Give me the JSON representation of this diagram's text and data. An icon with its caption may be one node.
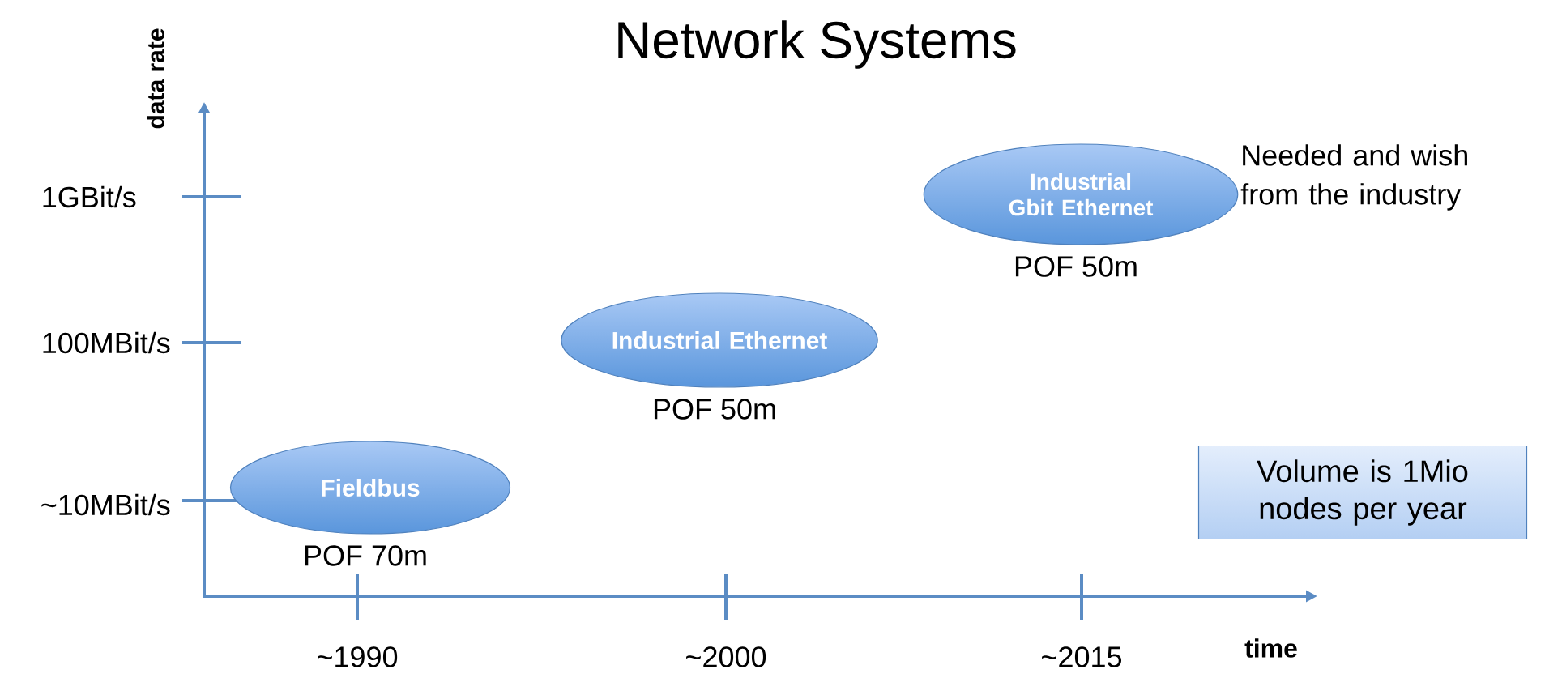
{
  "diagram": {
    "title": "Network Systems",
    "nodes": [
      {
        "text": [
          "Fieldbus"
        ],
        "beside": [
          "POF 70m"
        ]
      },
      {
        "text": [
          "Industrial Ethernet"
        ],
        "beside": [
          "POF 50m"
        ]
      },
      {
        "text": [
          "Industrial Gbit Ethernet"
        ],
        "beside": [
          "POF 50m"
        ]
      },
      {
        "text": [
          "Volume is 1Mio nodes per year"
        ]
      }
    ],
    "edges": [],
    "labels": [
      "data rate",
      "1GBit/s",
      "100MBit/s",
      "~10MBit/s",
      "Needed and wish from the industry",
      "~1990",
      "~2000",
      "~2015",
      "time"
    ]
  }
}
